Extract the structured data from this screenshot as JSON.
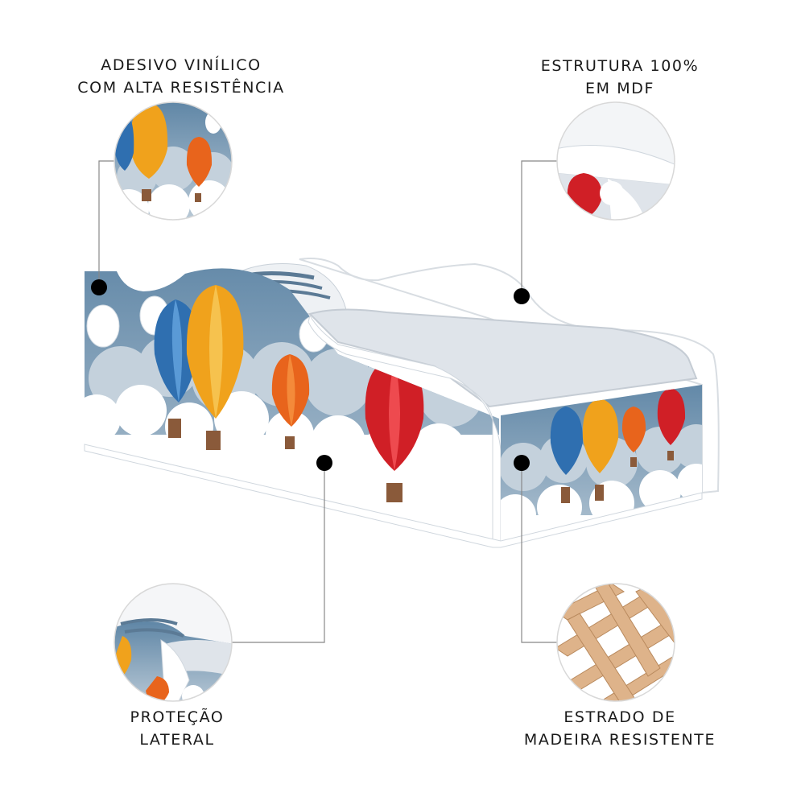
{
  "callouts": {
    "top_left": {
      "line1": "ADESIVO VINÍLICO",
      "line2": "COM ALTA RESISTÊNCIA"
    },
    "top_right": {
      "line1": "ESTRUTURA 100%",
      "line2": "EM MDF"
    },
    "bottom_left": {
      "line1": "PROTEÇÃO",
      "line2": "LATERAL"
    },
    "bottom_right": {
      "line1": "ESTRADO DE",
      "line2": "MADEIRA RESISTENTE"
    }
  },
  "colors": {
    "sky": "#7f9bb3",
    "cloud_light": "#ffffff",
    "cloud_shade": "#c7d3de",
    "balloon_blue": "#2f6fb0",
    "balloon_yellow": "#f0a21c",
    "balloon_orange": "#e8641c",
    "balloon_red": "#d01f26",
    "wood": "#deb38a",
    "mattress": "#dfe4ea",
    "frame": "#ffffff",
    "connector": "#000000"
  },
  "icons": [
    "adhesive-detail-icon",
    "mdf-structure-icon",
    "side-protection-icon",
    "wood-slats-icon"
  ]
}
